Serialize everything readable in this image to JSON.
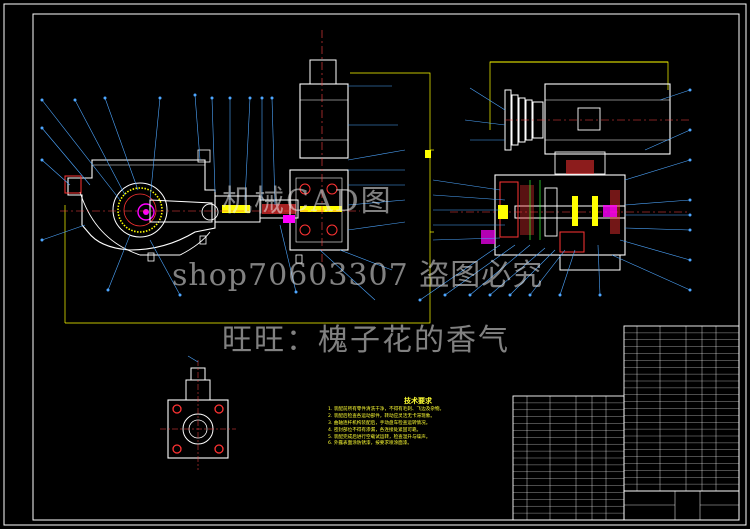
{
  "watermarks": {
    "brand": "机械CAD图",
    "shop": "shop70603307 盗图必究",
    "wangwang": "旺旺：槐子花的香气"
  },
  "technical_requirements": {
    "title": "技术要求",
    "items": [
      "1. 装配前所有零件清洗干净，不得有毛刺、飞边及杂物。",
      "2. 装配后检查各运动部件，转动应灵活无卡滞现象。",
      "3. 曲轴连杆机构装配后，手动盘车检查运转情况。",
      "4. 密封部位不得有渗漏，各连接处紧固可靠。",
      "5. 装配完成后进行空载试运转，检查温升与噪声。",
      "6. 外露表面涂防锈漆，按要求喷涂面漆。"
    ]
  },
  "colors": {
    "background": "#000000",
    "frame": "#ffffff",
    "outline": "#ffffff",
    "leader": "#4da6ff",
    "dimension": "#00ffff",
    "highlight": "#ffff00",
    "hatch": "#ff3333",
    "accent": "#ff00ff",
    "center": "#ff4444",
    "green": "#33ff33"
  }
}
